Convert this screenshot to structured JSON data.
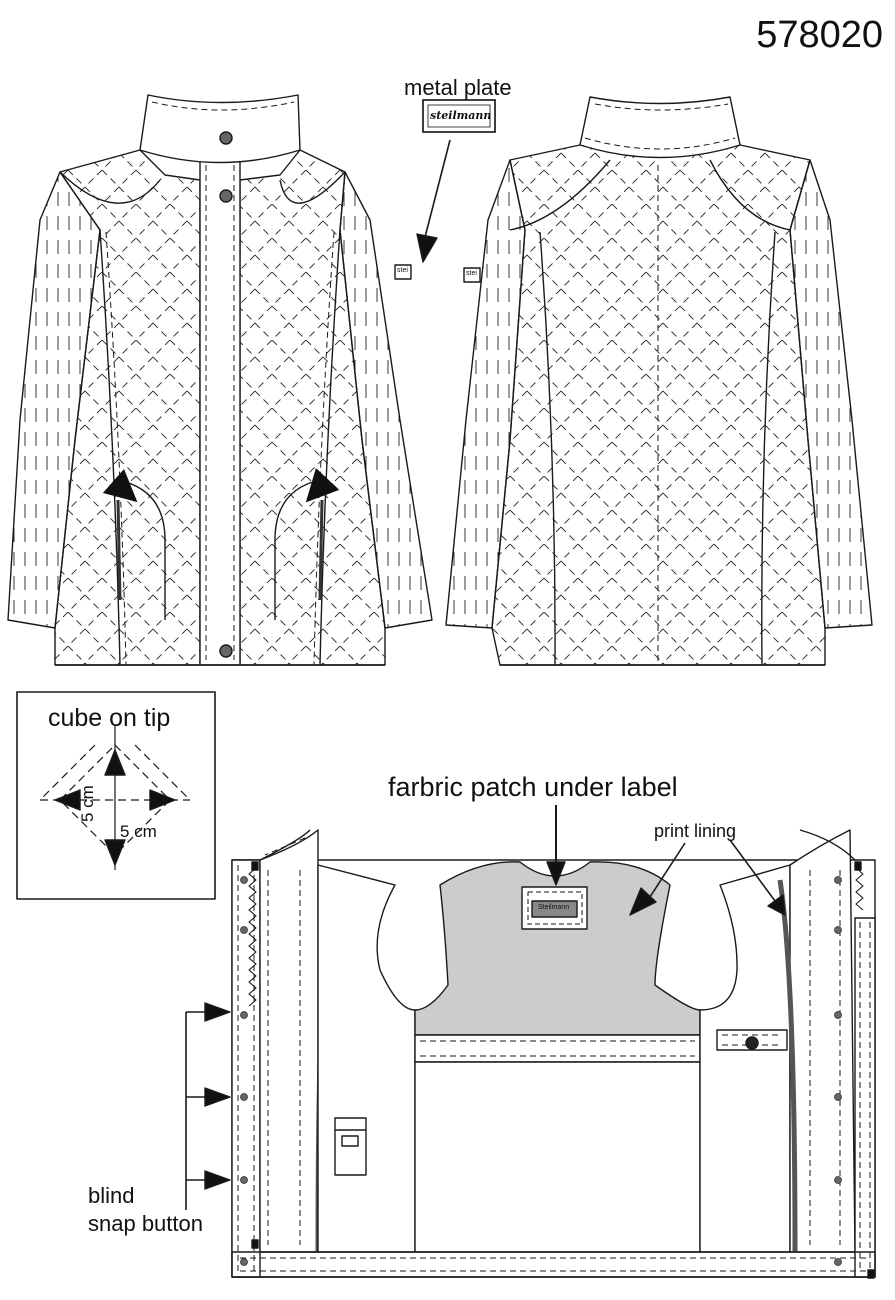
{
  "article_number": "578020",
  "labels": {
    "metal_plate": "metal plate",
    "plate_brand": "steilmann",
    "sleeve_badge_front": "stei",
    "sleeve_badge_back": "stei",
    "cube_on_tip": "cube on tip",
    "dim_vertical": "5 cm",
    "dim_horizontal": "5 cm",
    "fabric_patch": "farbric patch under label",
    "print_lining": "print lining",
    "neck_label_brand": "Steilmann",
    "blind_snap_line1": "blind",
    "blind_snap_line2": "snap button"
  },
  "colors": {
    "line": "#1a1a1a",
    "lining_fill": "#cccccc",
    "piping": "#555555",
    "snap_fill": "#666666",
    "label_fill": "#888888"
  }
}
